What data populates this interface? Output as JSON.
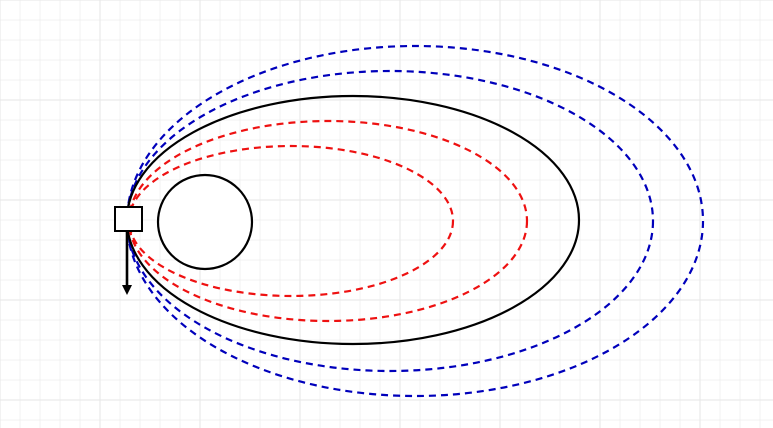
{
  "colors": {
    "background": "#ffffff",
    "grid": "#e6e6e6",
    "main_orbit": "#000000",
    "inner_orbits": "#ee1111",
    "outer_orbits": "#0000bb",
    "planet_stroke": "#000000",
    "satellite_stroke": "#000000",
    "velocity_arrow": "#000000"
  },
  "diagram": {
    "shapes": [
      "planet-circle",
      "satellite-square",
      "velocity-arrow",
      "main-orbit-ellipse",
      "inner-orbit-ellipse-1",
      "inner-orbit-ellipse-2",
      "outer-orbit-ellipse-1",
      "outer-orbit-ellipse-2"
    ],
    "line_styles": {
      "main_orbit": "solid",
      "inner_orbits": "dashed",
      "outer_orbits": "dashed"
    }
  }
}
